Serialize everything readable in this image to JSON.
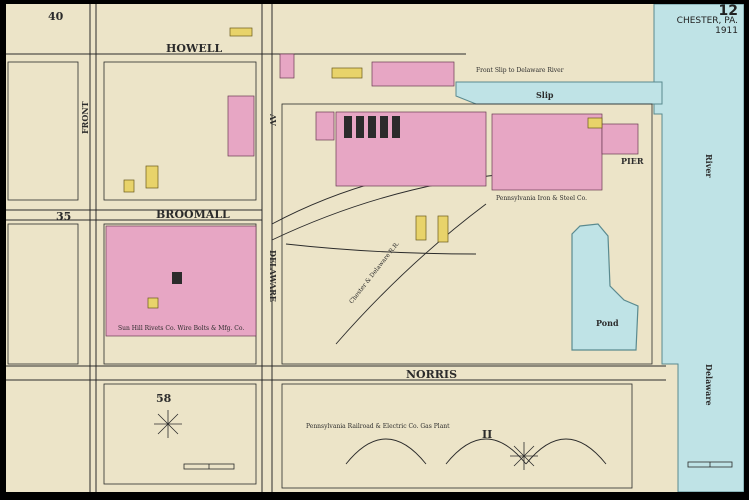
{
  "sheet": {
    "page_number": "12",
    "place": "CHESTER, PA.",
    "year": "1911",
    "left_block_number": "40"
  },
  "streets": {
    "howell": "HOWELL",
    "front": "FRONT",
    "delaware_av": "DELAWARE",
    "av_abbrev": "AV",
    "broomall": "BROOMALL",
    "norris": "NORRIS"
  },
  "blocks": {
    "block_35": "35",
    "block_58": "58",
    "block_ii": "II"
  },
  "labels": {
    "slip": "Slip",
    "river": "River",
    "delaware_river": "Delaware",
    "pond": "Pond",
    "pier": "PIER",
    "pier_upper": "Front Slip to Delaware River",
    "company_left": "Sun Hill Rivets Co.  Wire Bolts & Mfg. Co.",
    "railway_label": "Chester & Delaware R.R.",
    "shipyard_label": "Pennsylvania Iron & Steel Co.",
    "railroad_btm": "Pennsylvania Railroad & Electric Co. Gas Plant"
  },
  "colors": {
    "paper": "#ece4c8",
    "brick": "#e7a6c4",
    "frame": "#e8d36a",
    "water": "#bfe3e6",
    "line": "#2b2b2b",
    "border": "#000000"
  }
}
